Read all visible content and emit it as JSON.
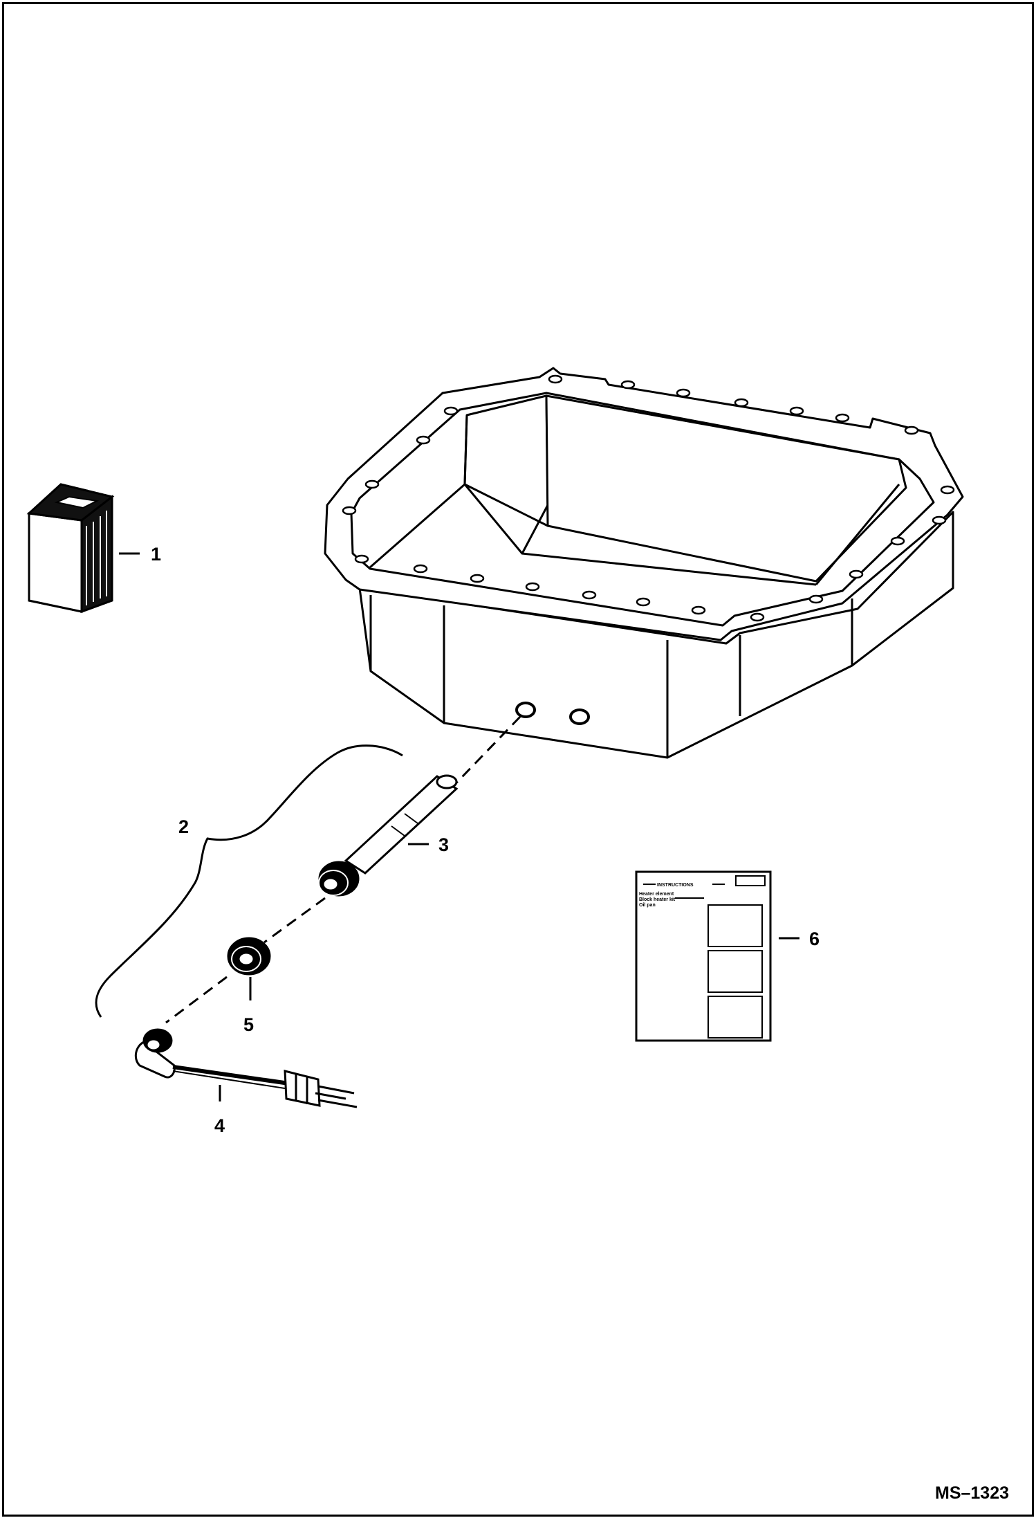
{
  "figure_id": "MS–1323",
  "callouts": {
    "item1": "1",
    "item2": "2",
    "item3": "3",
    "item4": "4",
    "item5": "5",
    "item6": "6"
  },
  "instruction_sheet": {
    "heading": "INSTRUCTIONS",
    "line1": "Heater element",
    "line2": "Block heater kit",
    "line3": "Oil pan"
  }
}
